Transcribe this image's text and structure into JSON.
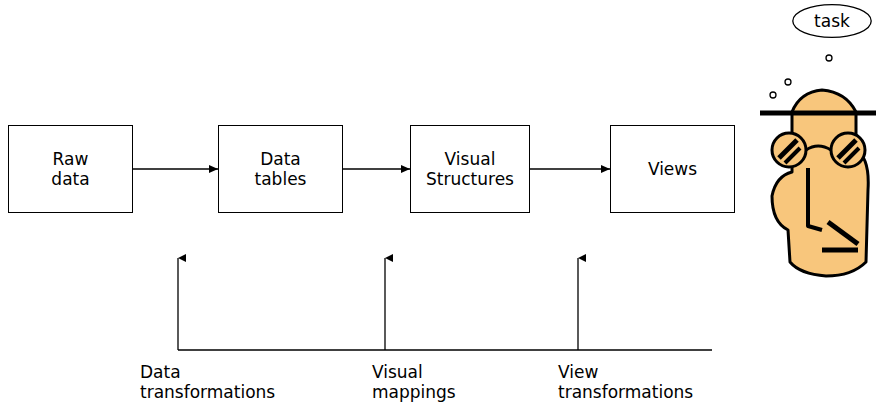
{
  "diagram": {
    "nodes": [
      {
        "text": [
          "Raw data"
        ]
      },
      {
        "text": [
          "Data tables"
        ]
      },
      {
        "text": [
          "Visual Structures"
        ]
      },
      {
        "text": [
          "Views"
        ]
      },
      {
        "text": [
          "task"
        ]
      }
    ],
    "edges": [
      {
        "from": 0,
        "to": 1,
        "arrow": "to"
      },
      {
        "from": 1,
        "to": 2,
        "arrow": "to"
      },
      {
        "from": 2,
        "to": 3,
        "arrow": "to"
      }
    ],
    "labels": [
      "Data transformations",
      "Visual mappings",
      "View transformations"
    ]
  }
}
